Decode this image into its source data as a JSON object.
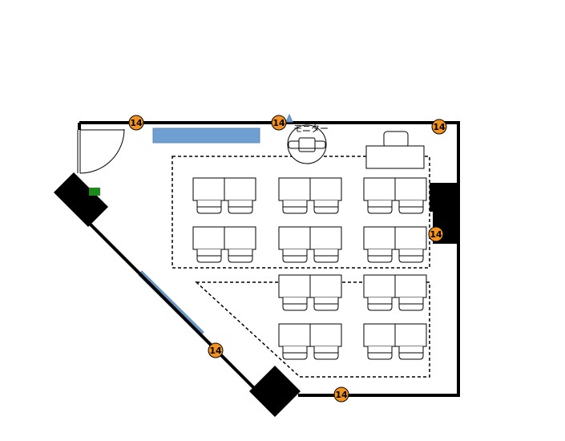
{
  "floor_plan": {
    "colors": {
      "wall": "#000000",
      "window": "#6f9fd0",
      "marker_fill": "#f4921e",
      "emergency_green": "#1b8a1b",
      "furniture_fill": "#ffffff",
      "furniture_stroke": "#000000"
    },
    "monitor_label": "モニター",
    "outlet_markers": [
      {
        "label": "14"
      },
      {
        "label": "14"
      },
      {
        "label": "14"
      },
      {
        "label": "14"
      },
      {
        "label": "14"
      },
      {
        "label": "14"
      }
    ],
    "desk_groups": {
      "count": 10,
      "seats_per_group": 2
    },
    "icons": {
      "door": "door-swing-icon",
      "monitor": "monitor-camera-icon",
      "exit_sign": "emergency-exit-icon",
      "pillar": "pillar-icon",
      "teacher_desk": "lectern-desk-icon"
    }
  }
}
